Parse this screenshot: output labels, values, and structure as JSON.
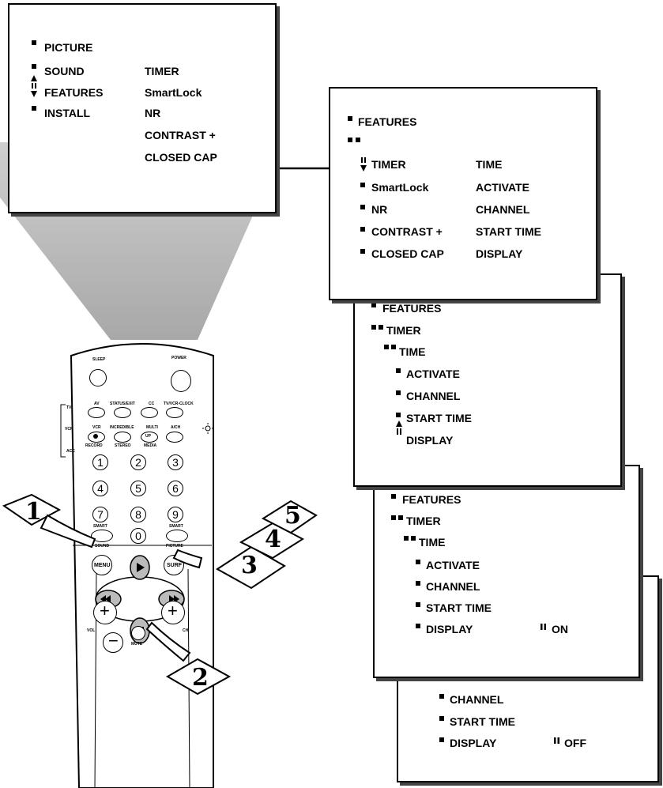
{
  "main_menu": {
    "items": [
      "PICTURE",
      "SOUND",
      "FEATURES",
      "INSTALL"
    ],
    "submenu": [
      "TIMER",
      "SmartLock",
      "NR",
      "CONTRAST +",
      "CLOSED CAP"
    ]
  },
  "features_menu": {
    "title": "FEATURES",
    "items": [
      "TIMER",
      "SmartLock",
      "NR",
      "CONTRAST +",
      "CLOSED CAP"
    ],
    "submenu": [
      "TIME",
      "ACTIVATE",
      "CHANNEL",
      "START TIME",
      "DISPLAY"
    ]
  },
  "timer_menu": {
    "title": "FEATURES",
    "sub": "TIMER",
    "items": [
      "TIME",
      "ACTIVATE",
      "CHANNEL",
      "START TIME",
      "DISPLAY"
    ]
  },
  "timer_on_menu": {
    "title": "FEATURES",
    "sub": "TIMER",
    "items": [
      "TIME",
      "ACTIVATE",
      "CHANNEL",
      "START TIME",
      "DISPLAY"
    ],
    "value": "ON"
  },
  "timer_off_menu": {
    "items": [
      "CHANNEL",
      "START TIME",
      "DISPLAY"
    ],
    "value": "OFF"
  },
  "remote": {
    "sleep": "SLEEP",
    "power": "POWER",
    "tv": "TV",
    "vcr": "VCR",
    "acc": "ACC",
    "av": "AV",
    "status_exit": "STATUS/EXIT",
    "cc": "CC",
    "tv_vcr_clock": "TV/VCR-CLOCK",
    "vcr_btn": "VCR",
    "incredible": "INCREDIBLE",
    "multi": "MULTI",
    "ach": "A/CH",
    "up": "UP",
    "record": "RECORD",
    "stereo": "STEREO",
    "media": "MEDIA",
    "digits": [
      "1",
      "2",
      "3",
      "4",
      "5",
      "6",
      "7",
      "8",
      "9",
      "0"
    ],
    "smart_left": "SMART",
    "smart_right": "SMART",
    "sound": "SOUND",
    "picture": "PICTURE",
    "menu": "MENU",
    "surf": "SURF",
    "vol": "VOL",
    "ch": "CH",
    "mute": "MUTE"
  },
  "steps": [
    "1",
    "2",
    "3",
    "4",
    "5"
  ]
}
